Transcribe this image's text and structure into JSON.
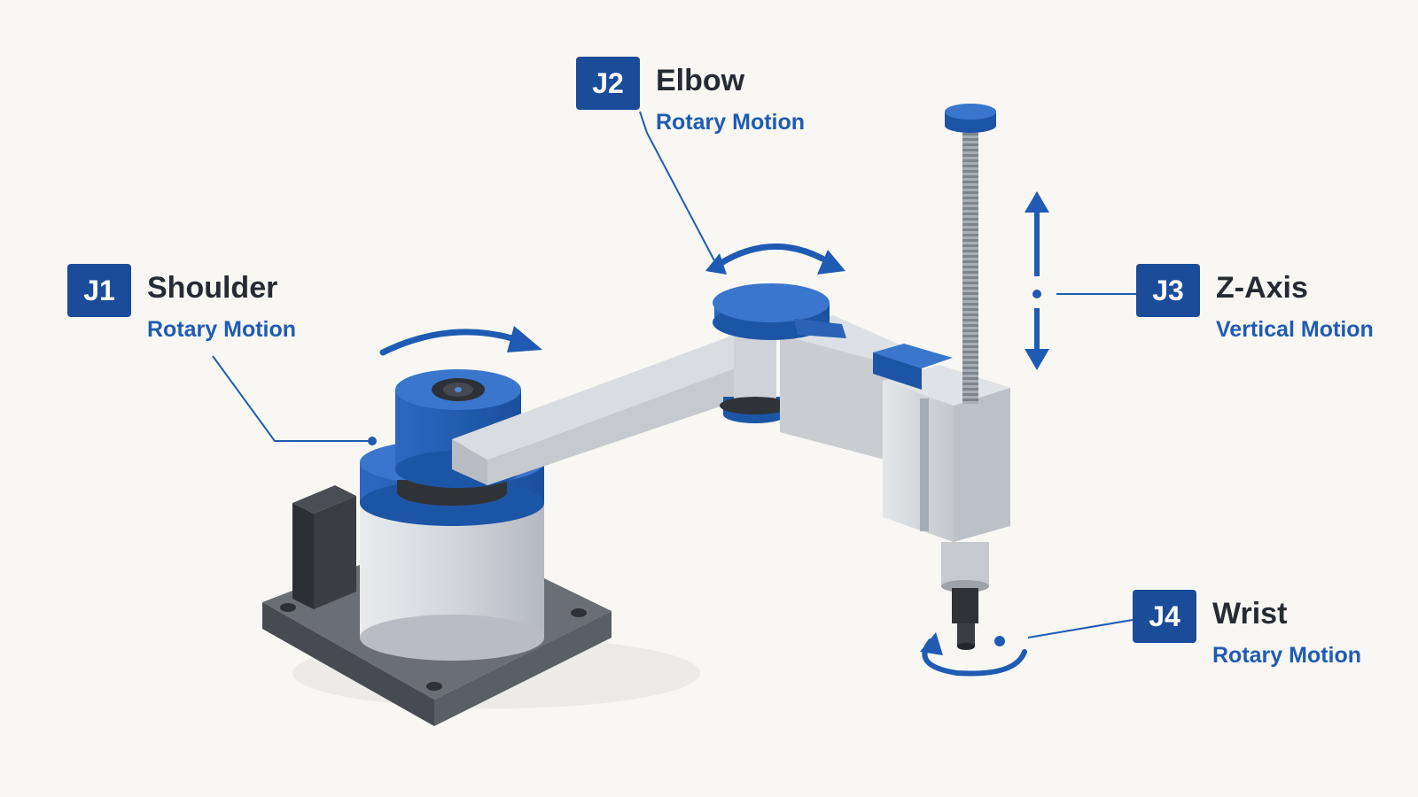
{
  "colors": {
    "accent": "#1f5bb3",
    "badge": "#1b4c9a",
    "title_text": "#262b33"
  },
  "joints": [
    {
      "id": "J1",
      "name": "Shoulder",
      "motion": "Rotary Motion"
    },
    {
      "id": "J2",
      "name": "Elbow",
      "motion": "Rotary Motion"
    },
    {
      "id": "J3",
      "name": "Z-Axis",
      "motion": "Vertical Motion"
    },
    {
      "id": "J4",
      "name": "Wrist",
      "motion": "Rotary Motion"
    }
  ]
}
